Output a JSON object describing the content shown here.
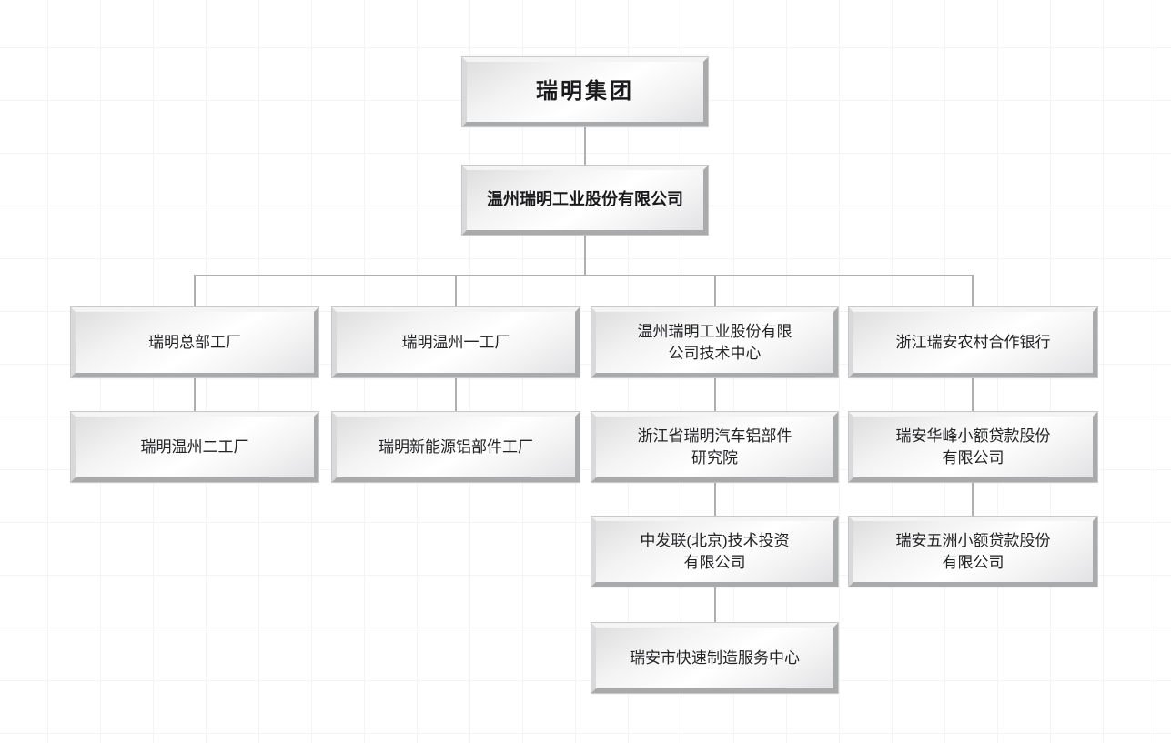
{
  "org_chart": {
    "type": "organization-chart",
    "root_label": "瑞明集团",
    "nodes": [
      {
        "id": "group-root",
        "label": "瑞明集团",
        "parent": null,
        "row": 1,
        "col": "center"
      },
      {
        "id": "wenzhou-ruiming-co",
        "label": "温州瑞明工业股份有限公司",
        "parent": "group-root",
        "row": 2,
        "col": "center"
      },
      {
        "id": "hq-factory",
        "label": "瑞明总部工厂",
        "parent": "wenzhou-ruiming-co",
        "row": 3,
        "col": 1
      },
      {
        "id": "wenzhou-factory-1",
        "label": "瑞明温州一工厂",
        "parent": "wenzhou-ruiming-co",
        "row": 3,
        "col": 2
      },
      {
        "id": "tech-center",
        "label": "温州瑞明工业股份有限\n公司技术中心",
        "parent": "wenzhou-ruiming-co",
        "row": 3,
        "col": 3
      },
      {
        "id": "rural-coop-bank",
        "label": "浙江瑞安农村合作银行",
        "parent": "wenzhou-ruiming-co",
        "row": 3,
        "col": 4
      },
      {
        "id": "wenzhou-factory-2",
        "label": "瑞明温州二工厂",
        "parent": "hq-factory",
        "row": 4,
        "col": 1
      },
      {
        "id": "new-energy-factory",
        "label": "瑞明新能源铝部件工厂",
        "parent": "wenzhou-factory-1",
        "row": 4,
        "col": 2
      },
      {
        "id": "research-institute",
        "label": "浙江省瑞明汽车铝部件\n研究院",
        "parent": "tech-center",
        "row": 4,
        "col": 3
      },
      {
        "id": "huafeng-microloan",
        "label": "瑞安华峰小额贷款股份\n有限公司",
        "parent": "rural-coop-bank",
        "row": 4,
        "col": 4
      },
      {
        "id": "zhongfalian-invest",
        "label": "中发联(北京)技术投资\n有限公司",
        "parent": "research-institute",
        "row": 5,
        "col": 3
      },
      {
        "id": "wuzhou-microloan",
        "label": "瑞安五洲小额贷款股份\n有限公司",
        "parent": "huafeng-microloan",
        "row": 5,
        "col": 4
      },
      {
        "id": "rapid-mfg-center",
        "label": "瑞安市快速制造服务中心",
        "parent": "zhongfalian-invest",
        "row": 6,
        "col": 3
      }
    ],
    "colors": {
      "connector": "#aeafb1",
      "box_bevel_dark": "#a9aaac",
      "box_bevel_light": "#f4f4f5",
      "box_fill_light": "#ffffff",
      "box_fill_shade": "#dededf",
      "text": "#222325"
    }
  }
}
